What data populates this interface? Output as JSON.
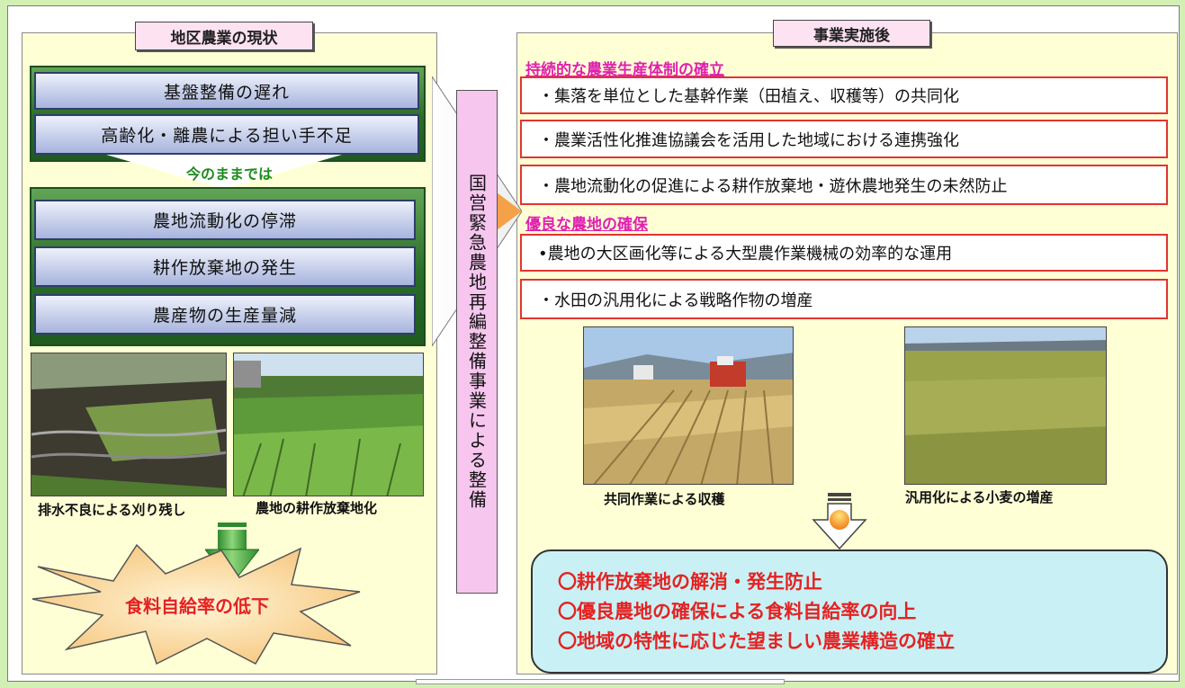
{
  "left": {
    "title": "地区農業の現状",
    "issues_top": [
      "基盤整備の遅れ",
      "高齢化・離農による担い手不足"
    ],
    "transition": "今のままでは",
    "issues_bottom": [
      "農地流動化の停滞",
      "耕作放棄地の発生",
      "農産物の生産量減"
    ],
    "photo_captions": [
      "排水不良による刈り残し",
      "農地の耕作放棄地化"
    ],
    "outcome": "食料自給率の低下"
  },
  "middle": {
    "label": "国営緊急農地再編整備事業による整備"
  },
  "right": {
    "title": "事業実施後",
    "section1_heading": "持続的な農業生産体制の確立",
    "section1_items": [
      "・集落を単位とした基幹作業（田植え、収穫等）の共同化",
      "・農業活性化推進協議会を活用した地域における連携強化",
      "・農地流動化の促進による耕作放棄地・遊休農地発生の未然防止"
    ],
    "section2_heading": "優良な農地の確保",
    "section2_items": [
      "•農地の大区画化等による大型農作業機械の効率的な運用",
      "・水田の汎用化による戦略作物の増産"
    ],
    "photo_captions": [
      "共同作業による収穫",
      "汎用化による小麦の増産"
    ],
    "results": [
      "〇耕作放棄地の解消・発生防止",
      "〇優良農地の確保による食料自給率の向上",
      "〇地域の特性に応じた望ましい農業構造の確立"
    ]
  },
  "colors": {
    "background": "#d2f0b4",
    "panel": "#ffffd6",
    "title_box": "#fde2f1",
    "accent_pink": "#e020b0",
    "red": "#e52222",
    "result_bg": "#c9f1f5"
  }
}
